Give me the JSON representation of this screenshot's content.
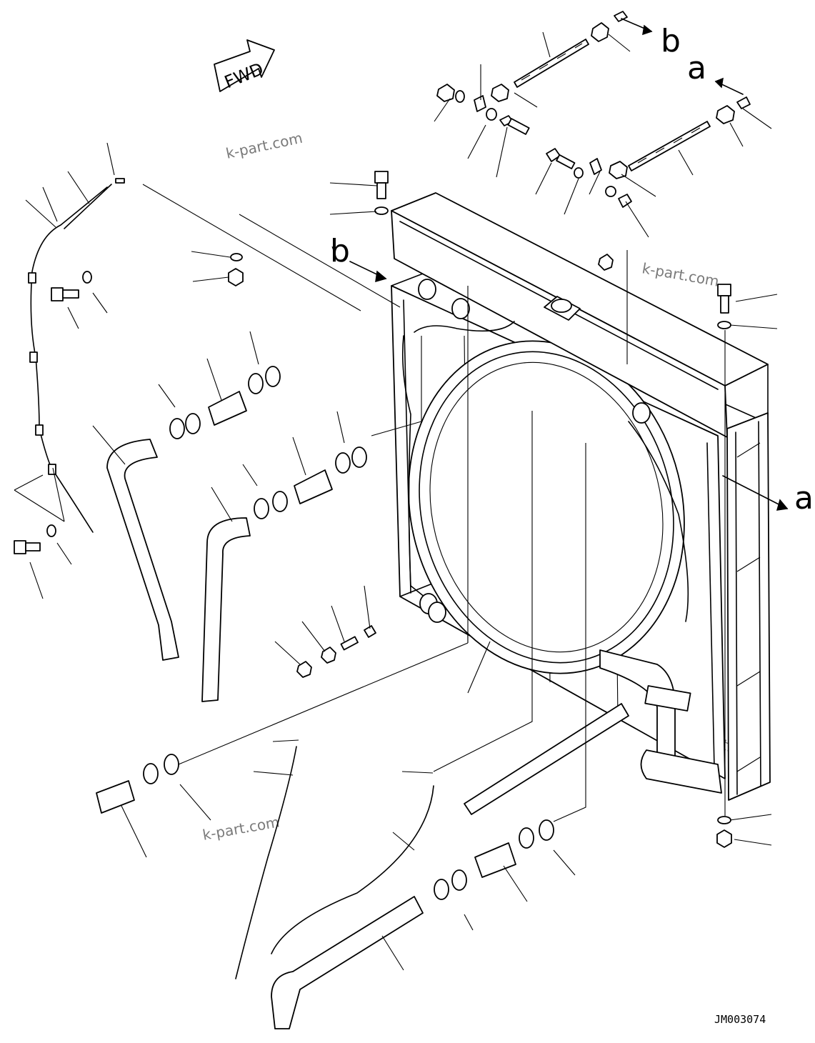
{
  "fwd_label": "FWD",
  "callouts": {
    "a": "a",
    "b": "b"
  },
  "watermark": "k-part.com",
  "drawing_code": "JM003074",
  "colors": {
    "line": "#000000",
    "background": "#ffffff",
    "watermark": "#7a7a7a"
  }
}
